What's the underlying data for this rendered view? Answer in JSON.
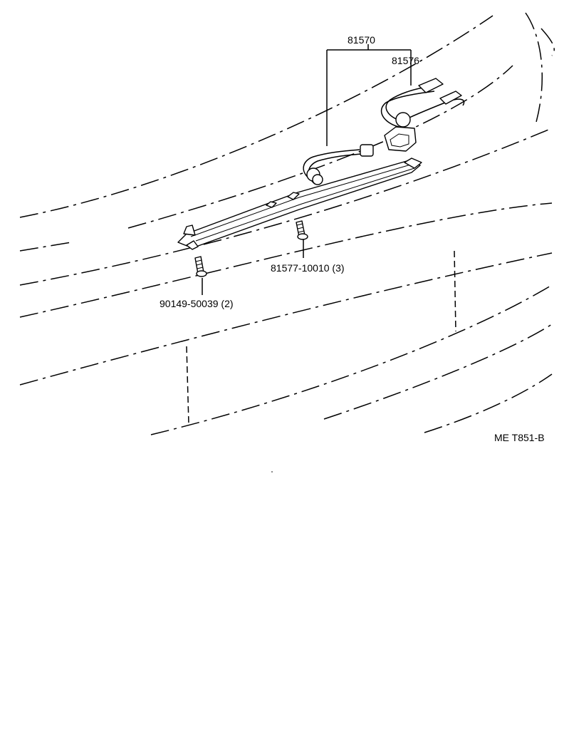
{
  "labels": {
    "assembly": "81570",
    "socket": "81576",
    "screw_right": "81577-10010 (3)",
    "screw_left": "90149-50039 (2)",
    "figure_code": "ME T851-B"
  },
  "colors": {
    "line": "#000000",
    "background": "#ffffff"
  }
}
